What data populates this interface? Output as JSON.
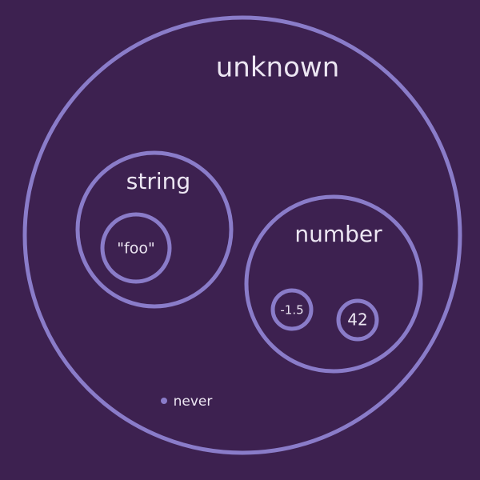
{
  "colors": {
    "background": "#3d2150",
    "stroke": "#8a7cc9",
    "text": "#ece6f2"
  },
  "sets": {
    "unknown": "unknown",
    "string": "string",
    "foo": "\"foo\"",
    "number": "number",
    "neg": "-1.5",
    "fortytwo": "42",
    "never": "never"
  }
}
